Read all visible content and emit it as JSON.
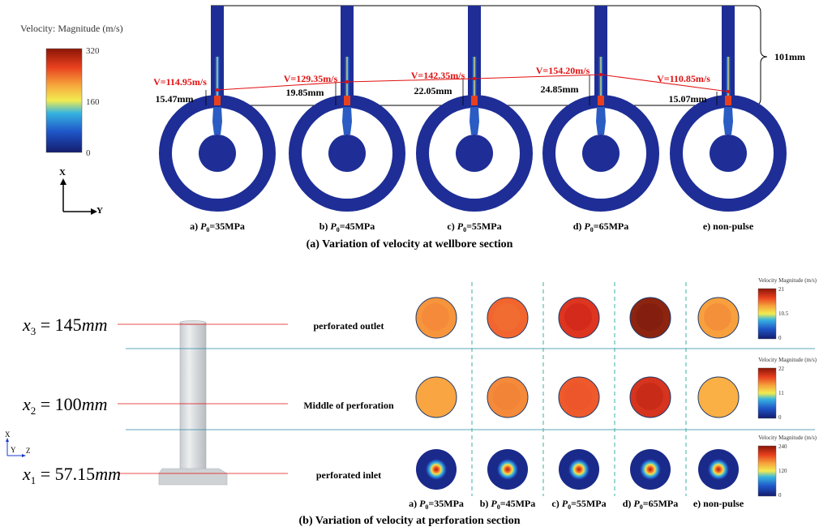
{
  "panel_a": {
    "colorbar": {
      "title": "Velocity: Magnitude (m/s)",
      "ticks": [
        "320",
        "160",
        "0"
      ]
    },
    "axes": {
      "x": "X",
      "y": "Y"
    },
    "cases": [
      {
        "letter": "a) ",
        "pre": "P",
        "sub": "0",
        "post": "=35MPa",
        "velocity": "V=114.95m/s",
        "distance": "15.47mm"
      },
      {
        "letter": "b) ",
        "pre": "P",
        "sub": "0",
        "post": "=45MPa",
        "velocity": "V=129.35m/s",
        "distance": "19.85mm"
      },
      {
        "letter": "c) ",
        "pre": "P",
        "sub": "0",
        "post": "=55MPa",
        "velocity": "V=142.35m/s",
        "distance": "22.05mm"
      },
      {
        "letter": "d) ",
        "pre": "P",
        "sub": "0",
        "post": "=65MPa",
        "velocity": "V=154.20m/s",
        "distance": "24.85mm"
      },
      {
        "letter": "e) non-pulse",
        "pre": "",
        "sub": "",
        "post": "",
        "velocity": "V=110.85m/s",
        "distance": "15.07mm"
      }
    ],
    "span_label": "101mm",
    "caption": "(a)  Variation of velocity at wellbore section"
  },
  "panel_b": {
    "sections": [
      {
        "var": "x",
        "sub": "3",
        "value": " = 145",
        "unit": "mm",
        "label": "perforated outlet",
        "cb_title": "Velocity Magnitude (m/s)",
        "cb_ticks": [
          "21",
          "10.5",
          "0"
        ],
        "fills": [
          "#f7953c",
          "#f2652e",
          "#dd3520",
          "#8c2410",
          "#f8a03e"
        ],
        "inner": [
          "#f58a3a",
          "#f06c30",
          "#d42a1c",
          "#841e0e",
          "#f5903a"
        ]
      },
      {
        "var": "x",
        "sub": "2",
        "value": " = 100",
        "unit": "mm",
        "label": "Middle of perforation",
        "cb_title": "Velocity Magnitude (m/s)",
        "cb_ticks": [
          "22",
          "11",
          "0"
        ],
        "fills": [
          "#f8a542",
          "#f48a3a",
          "#ee5a2c",
          "#d6341e",
          "#fab044"
        ],
        "inner": [
          "#f8a542",
          "#f28438",
          "#ec562a",
          "#c82c18",
          "#fab044"
        ]
      },
      {
        "var": "x",
        "sub": "1",
        "value": " = 57.15",
        "unit": "mm",
        "label": "perforated inlet",
        "cb_title": "Velocity Magnitude (m/s)",
        "cb_ticks": [
          "240",
          "120",
          "0"
        ],
        "fills": [
          "#1a2a8a",
          "#1a2a8a",
          "#1a2a8a",
          "#1a2a8a",
          "#1a2a8a"
        ],
        "inner": [
          "#2a6fd0",
          "#2a6fd0",
          "#2a6fd0",
          "#2a6fd0",
          "#2a6fd0"
        ]
      }
    ],
    "columns": [
      {
        "letter": "a) ",
        "pre": "P",
        "sub": "0",
        "post": "=35MPa"
      },
      {
        "letter": "b) ",
        "pre": "P",
        "sub": "0",
        "post": "=45MPa"
      },
      {
        "letter": "c) ",
        "pre": "P",
        "sub": "0",
        "post": "=55MPa"
      },
      {
        "letter": "d) ",
        "pre": "P",
        "sub": "0",
        "post": "=65MPa"
      },
      {
        "letter": "e) non-pulse",
        "pre": "",
        "sub": "",
        "post": ""
      }
    ],
    "axes": {
      "x": "X",
      "y": "Y",
      "z": "Z"
    },
    "caption": "(b)  Variation of velocity at perforation section"
  },
  "colors": {
    "annotation": "#e01010",
    "well_blue": "#1e2e96",
    "separator": "#2a8aa8"
  }
}
